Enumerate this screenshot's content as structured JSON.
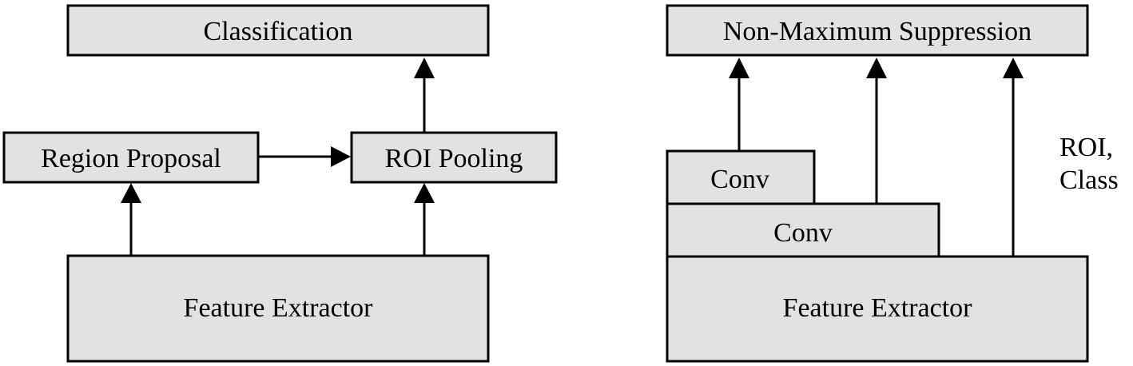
{
  "left_diagram": {
    "classification": "Classification",
    "region_proposal": "Region Proposal",
    "roi_pooling": "ROI Pooling",
    "feature_extractor": "Feature Extractor"
  },
  "right_diagram": {
    "nms": "Non-Maximum Suppression",
    "conv_top": "Conv",
    "conv_bottom": "Conv",
    "feature_extractor": "Feature Extractor",
    "side_label_line1": "ROI,",
    "side_label_line2": "Class"
  },
  "colors": {
    "box_fill": "#e2e2e2",
    "stroke": "#000000"
  }
}
